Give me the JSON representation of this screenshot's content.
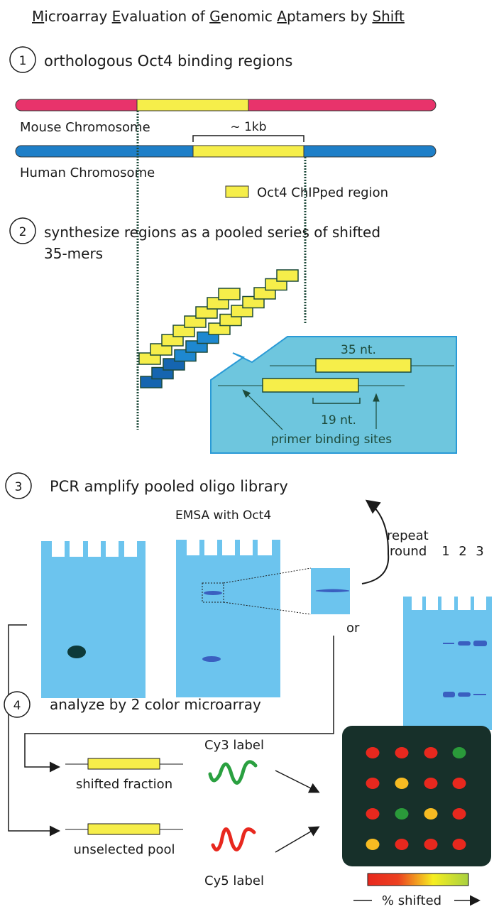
{
  "title": {
    "parts": [
      "M",
      "icroarray ",
      "E",
      "valuation of ",
      "G",
      "enomic ",
      "A",
      "ptamers by ",
      "Shift"
    ]
  },
  "steps": [
    {
      "number": "1",
      "text": "orthologous  Oct4 binding regions"
    },
    {
      "number": "2",
      "text": "synthesize regions as a pooled series of shifted",
      "text2": "35-mers"
    },
    {
      "number": "3",
      "text": "PCR amplify pooled oligo library"
    },
    {
      "number": "4",
      "text": "analyze by 2 color microarray"
    }
  ],
  "chromosomes": {
    "mouse": "Mouse Chromosome",
    "human": "Human Chromosome",
    "span": "~ 1kb",
    "legend": "Oct4 ChIPped region"
  },
  "callout": {
    "length": "35 nt.",
    "primer": "19 nt.",
    "primer_label": "primer binding sites"
  },
  "gels": {
    "emsa": "EMSA with Oct4",
    "or": "or",
    "repeat": "repeat",
    "round": "round",
    "rounds": [
      "1",
      "2",
      "3"
    ]
  },
  "analysis": {
    "shifted": "shifted fraction",
    "unselected": "unselected pool",
    "cy3": "Cy3 label",
    "cy5": "Cy5 label",
    "scale": "% shifted"
  },
  "microarray": {
    "spots": [
      [
        "red",
        "red",
        "red",
        "green"
      ],
      [
        "red",
        "yellow",
        "red",
        "red"
      ],
      [
        "red",
        "green",
        "yellow",
        "red"
      ],
      [
        "yellow",
        "red",
        "red",
        "red"
      ]
    ]
  },
  "colors": {
    "mouse": "#e8336b",
    "human": "#1e7fc8",
    "region": "#f6ee4a",
    "gel": "#6cc4ee",
    "red": "#e8281e",
    "yellow": "#f7bb22",
    "green": "#2a9a3a",
    "array_bg": "#17302a"
  }
}
